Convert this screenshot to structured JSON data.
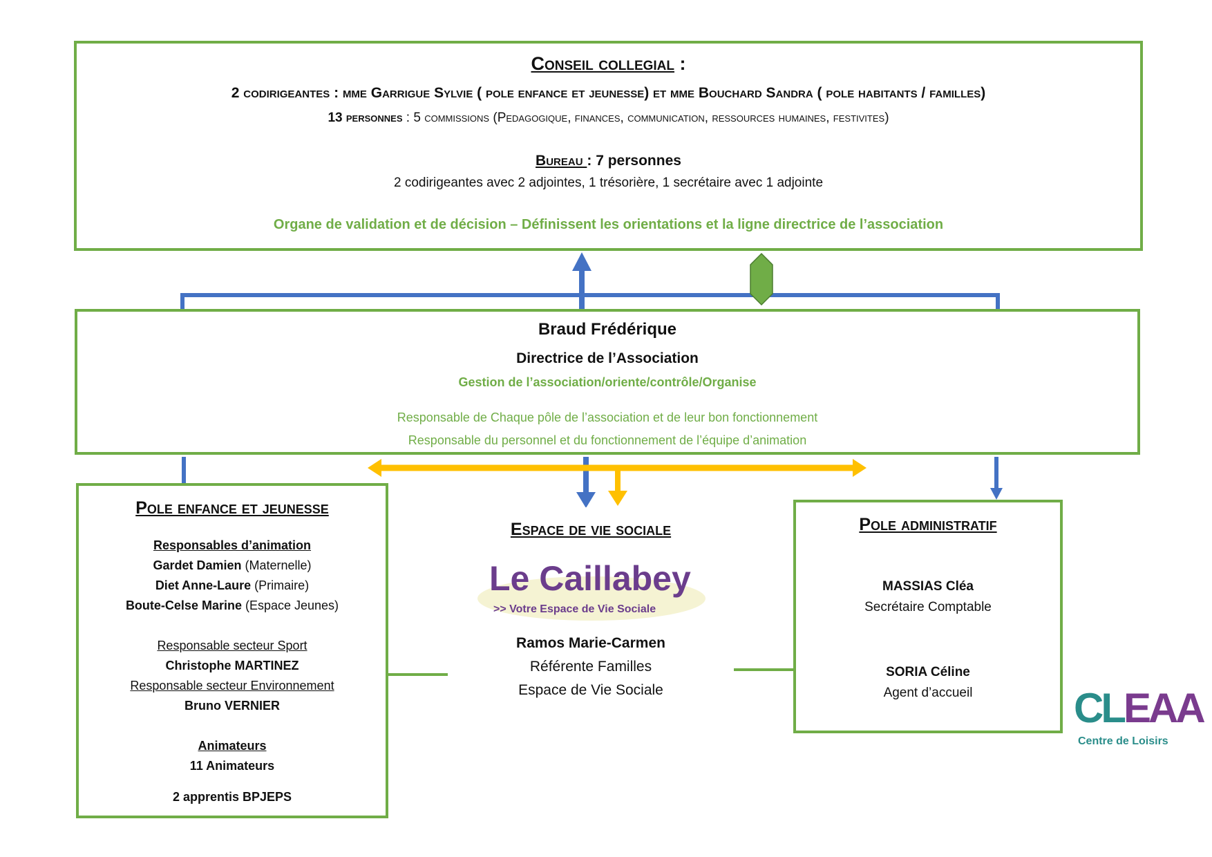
{
  "colors": {
    "green": "#70ad47",
    "blue": "#4472c4",
    "yellow": "#ffc000",
    "teal": "#2a8d8a",
    "purple": "#7a3b8e"
  },
  "conseil": {
    "title": "Conseil collegial",
    "title_suffix": " :",
    "codirigeantes_count": "2",
    "codirigeantes_label": " codirigeantes : ",
    "codirigeantes_names": " mme Garrigue Sylvie ( pole enfance et jeunesse) et  mme Bouchard Sandra ( pole habitants / familles)",
    "personnes_count": "13",
    "personnes_label": " personnes",
    "personnes_detail": " : 5 commissions (Pedagogique, finances, communication, ressources humaines, festivites)",
    "bureau_label": "Bureau ",
    "bureau_value": ": 7 personnes",
    "bureau_detail": "2 codirigeantes avec 2 adjointes, 1 trésorière, 1 secrétaire avec 1 adjointe",
    "role": "Organe de validation et de décision – Définissent les orientations et la ligne directrice de l’association"
  },
  "directrice": {
    "name": "Braud Frédérique",
    "role": "Directrice de l’Association",
    "mission": "Gestion de l’association/oriente/contrôle/Organise",
    "resp1": "Responsable de Chaque pôle de l’association et de leur bon fonctionnement",
    "resp2": "Responsable du personnel et du fonctionnement de l’équipe d’animation"
  },
  "enfance": {
    "title": "Pole enfance et jeunesse",
    "anim_header": "Responsables d’animation",
    "p1_name": "Gardet Damien",
    "p1_role": " (Maternelle)",
    "p2_name": "Diet Anne-Laure",
    "p2_role": " (Primaire)",
    "p3_name": "Boute-Celse Marine",
    "p3_role": " (Espace Jeunes)",
    "sport_header": "Responsable secteur Sport",
    "sport_name": "Christophe MARTINEZ",
    "env_header": "Responsable secteur Environnement",
    "env_name": "Bruno VERNIER",
    "animateurs_header": "Animateurs",
    "animateurs_value": "11 Animateurs",
    "apprentis": "2 apprentis BPJEPS"
  },
  "evs": {
    "title": "Espace de vie sociale",
    "logo_main": "Le Caillabey",
    "logo_sub": ">> Votre Espace de Vie Sociale",
    "name": "Ramos Marie-Carmen",
    "role1": "Référente Familles",
    "role2": "Espace de Vie Sociale"
  },
  "admin": {
    "title": "Pole administratif",
    "p1_name": "MASSIAS Cléa",
    "p1_role": "Secrétaire Comptable",
    "p2_name": "SORIA Céline",
    "p2_role": "Agent d’accueil"
  },
  "cleaa_logo": {
    "word_part1": "CL",
    "word_part2": "EAA",
    "sub": "Centre de Loisirs"
  }
}
